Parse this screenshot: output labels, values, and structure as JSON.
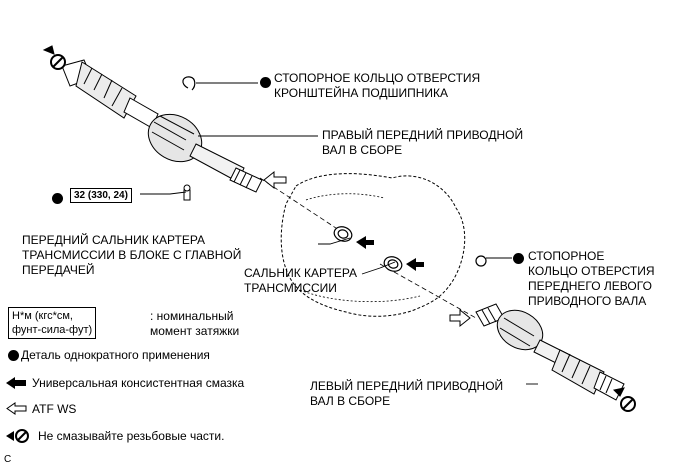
{
  "labels": {
    "snap_ring_bracket": [
      "СТОПОРНОЕ КОЛЬЦО ОТВЕРСТИЯ",
      "КРОНШТЕЙНА ПОДШИПНИКА"
    ],
    "right_shaft": [
      "ПРАВЫЙ ПЕРЕДНИЙ ПРИВОДНОЙ",
      "ВАЛ В СБОРЕ"
    ],
    "torque_value": "32 (330, 24)",
    "front_seal": [
      "ПЕРЕДНИЙ САЛЬНИК КАРТЕРА",
      "ТРАНСМИССИИ В БЛОКЕ С ГЛАВНОЙ",
      "ПЕРЕДАЧЕЙ"
    ],
    "case_seal": [
      "САЛЬНИК КАРТЕРА",
      "ТРАНСМИССИИ"
    ],
    "snap_ring_left": [
      "СТОПОРНОЕ",
      "КОЛЬЦО ОТВЕРСТИЯ",
      "ПЕРЕДНЕГО ЛЕВОГО",
      "ПРИВОДНОГО ВАЛА"
    ],
    "left_shaft": [
      "ЛЕВЫЙ ПЕРЕДНИЙ ПРИВОДНОЙ",
      "ВАЛ В СБОРЕ"
    ]
  },
  "legend": {
    "unit_box": [
      "Н*м (кгс*см,",
      "фунт-сила-фут)"
    ],
    "unit_desc": [
      ": номинальный",
      "момент затяжки"
    ],
    "non_reusable": "Деталь однократного применения",
    "grease": "Универсальная консистентная смазка",
    "atf": "ATF WS",
    "no_lube": "Не смазывайте резьбовые части."
  },
  "corner_code": "C"
}
